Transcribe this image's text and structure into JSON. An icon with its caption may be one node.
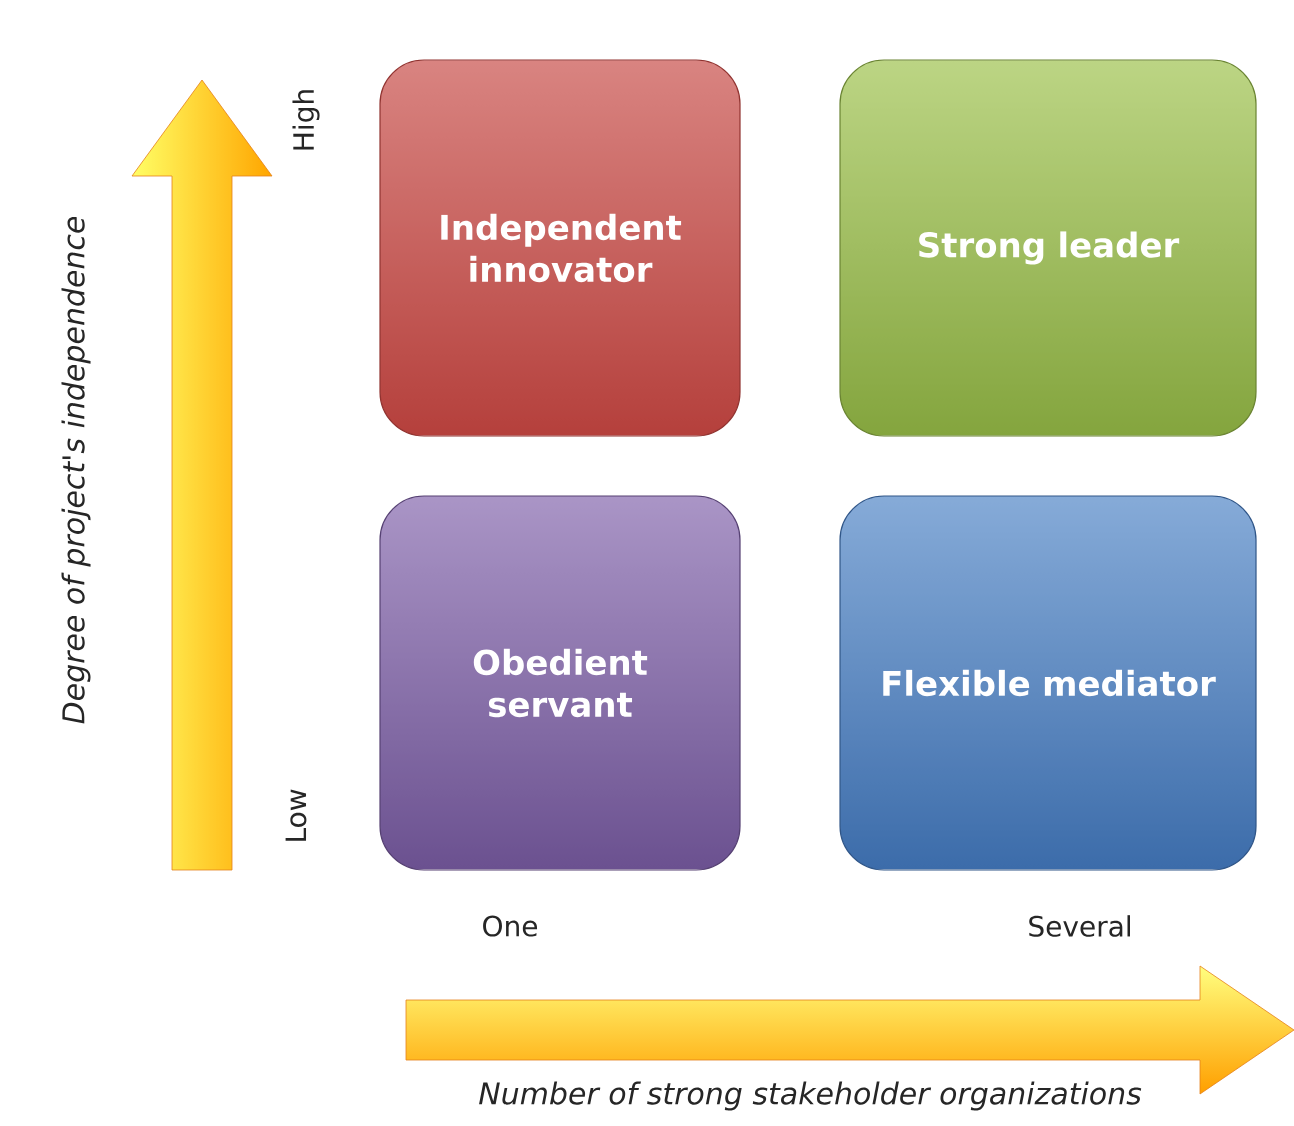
{
  "diagram": {
    "nodes": [
      {
        "text": [
          "Independent innovator"
        ]
      },
      {
        "text": [
          "Strong leader"
        ]
      },
      {
        "text": [
          "Obedient servant"
        ]
      },
      {
        "text": [
          "Flexible mediator"
        ]
      }
    ],
    "labels": [
      "Degree of project's independence",
      "High",
      "Low",
      "One",
      "Several",
      "Number of strong stakeholder organizations"
    ]
  }
}
